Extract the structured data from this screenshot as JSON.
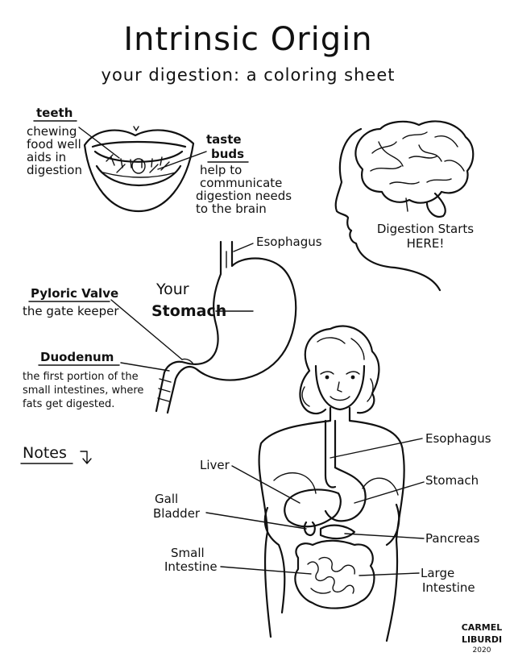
{
  "title": "Intrinsic Origin",
  "subtitle": "your digestion: a coloring sheet",
  "mouth": {
    "teeth_label": "teeth",
    "teeth_desc": [
      "chewing",
      "food well",
      "aids in",
      "digestion"
    ],
    "taste_label_1": "taste",
    "taste_label_2": "buds",
    "taste_desc": [
      "help to",
      "communicate",
      "digestion needs",
      "to the brain"
    ]
  },
  "brain": {
    "caption_1": "Digestion Starts",
    "caption_2": "HERE!"
  },
  "stomach_diagram": {
    "esophagus_label": "Esophagus",
    "your_label": "Your",
    "stomach_label": "Stomach",
    "pyloric_label": "Pyloric Valve",
    "pyloric_desc": "the gate keeper",
    "duodenum_label": "Duodenum",
    "duodenum_desc": [
      "the first portion of the",
      "small intestines, where",
      "fats get digested."
    ]
  },
  "notes_label": "Notes",
  "body_diagram": {
    "esophagus": "Esophagus",
    "liver": "Liver",
    "stomach": "Stomach",
    "gall_1": "Gall",
    "gall_2": "Bladder",
    "pancreas": "Pancreas",
    "small_1": "Small",
    "small_2": "Intestine",
    "large_1": "Large",
    "large_2": "Intestine"
  },
  "signature": {
    "line1": "CARMEL",
    "line2": "LIBURDI",
    "year": "2020"
  },
  "icons": [
    "mouth-illustration",
    "brain-illustration",
    "head-profile",
    "stomach-illustration",
    "body-illustration",
    "notes-arrow-icon"
  ]
}
